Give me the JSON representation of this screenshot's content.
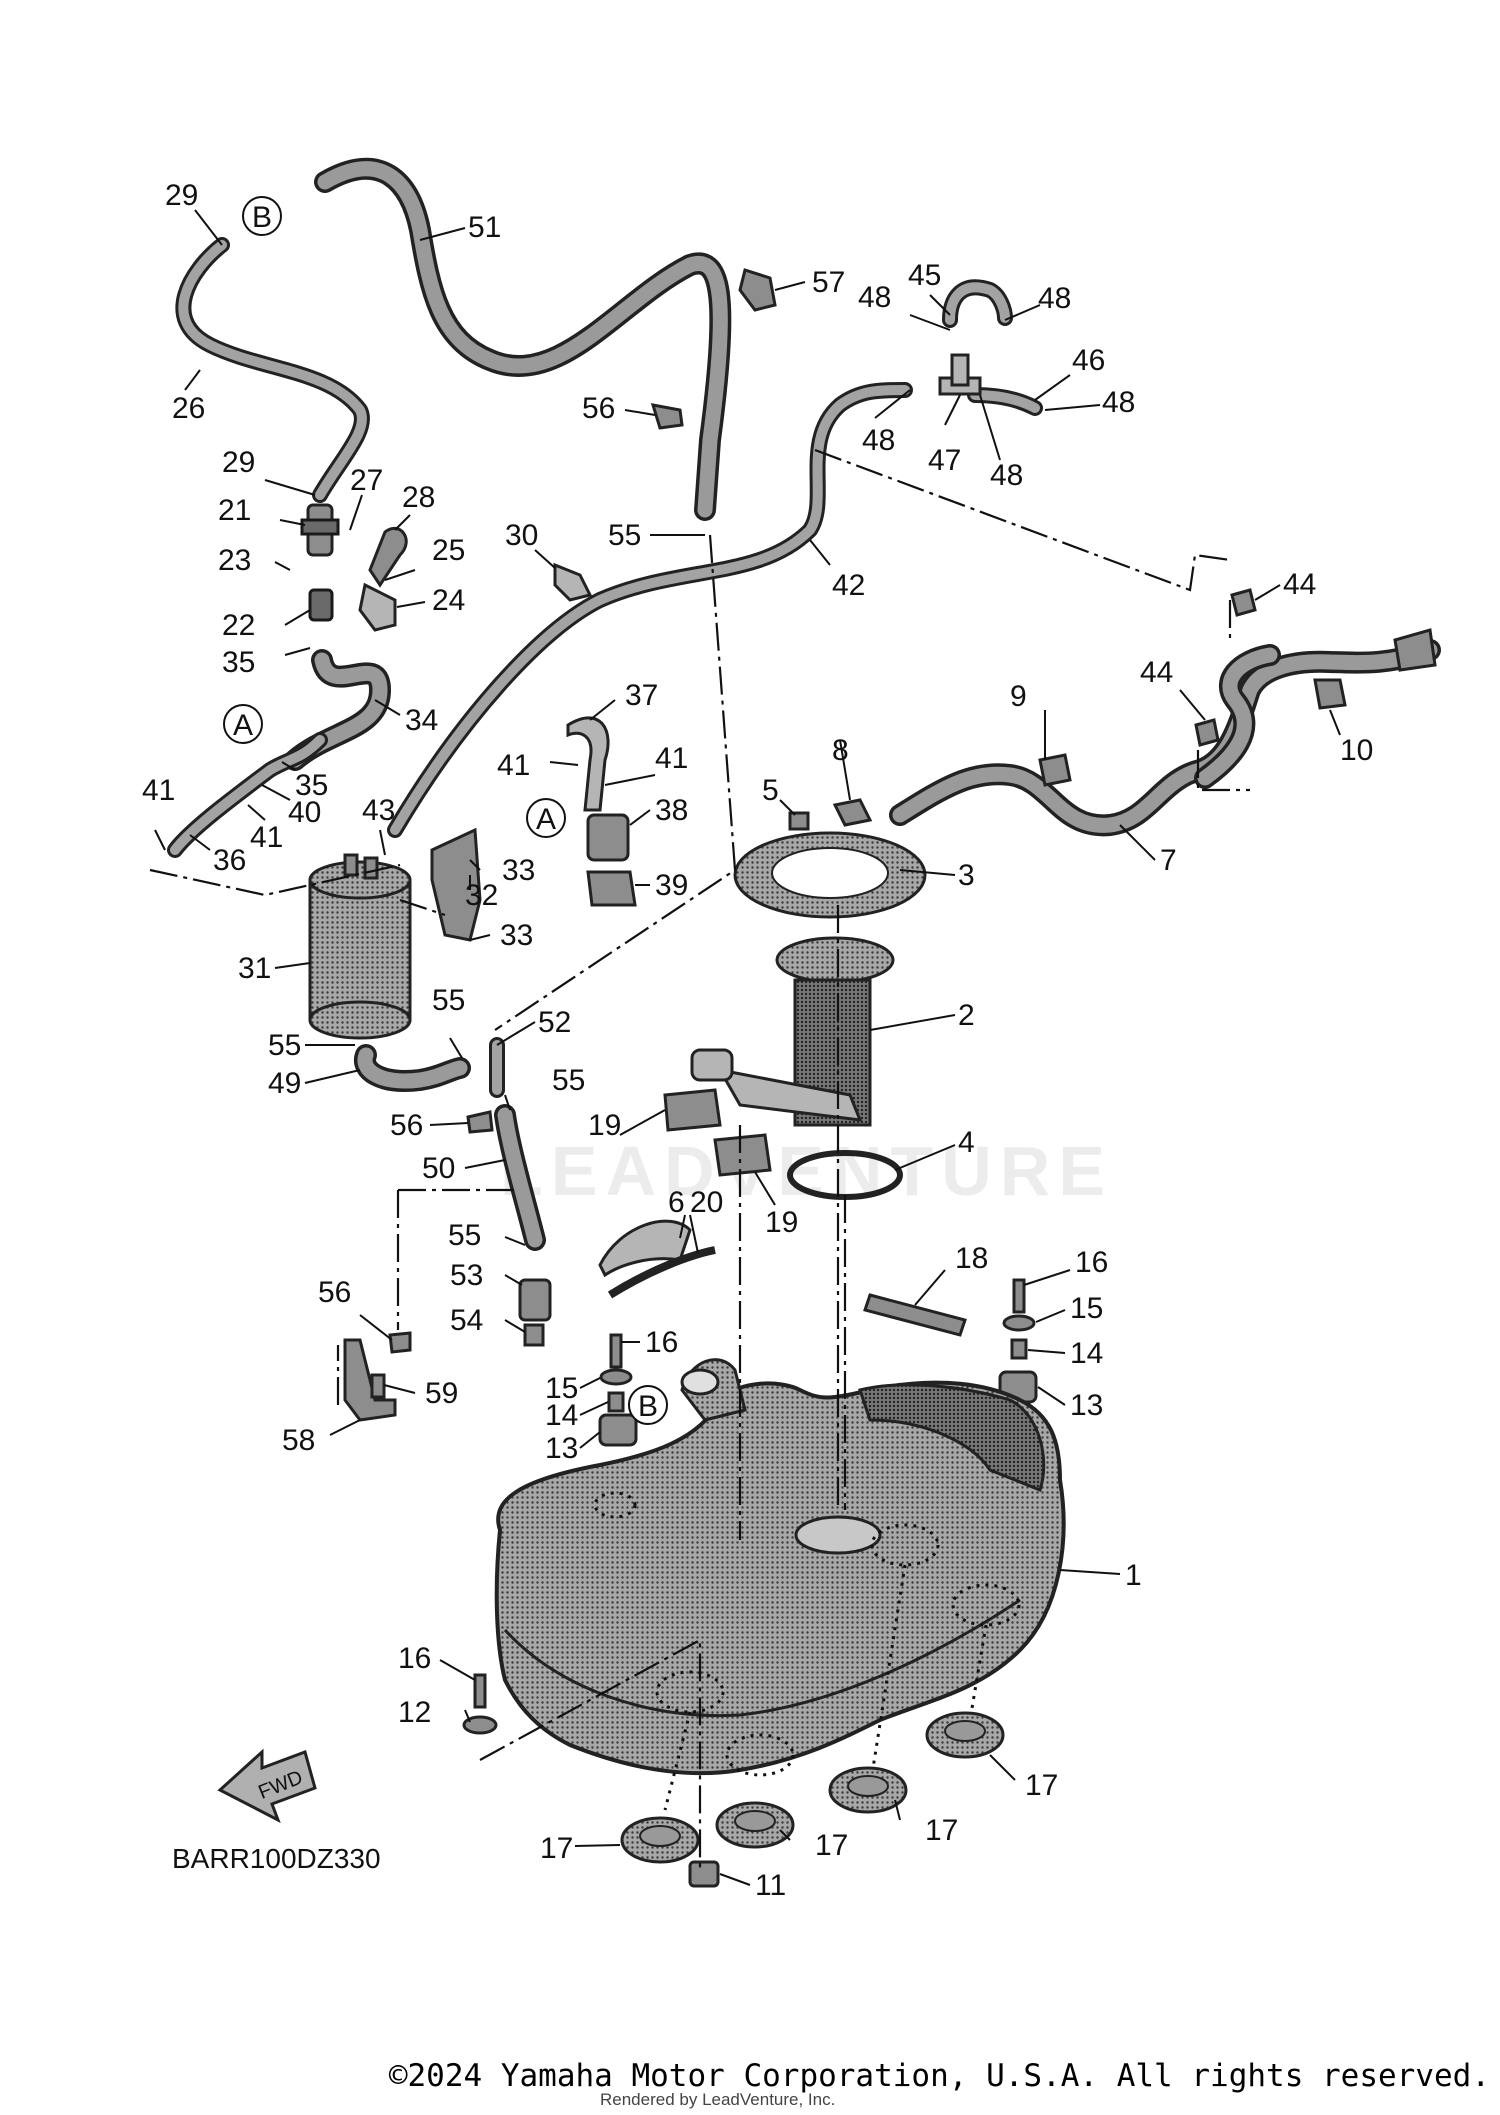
{
  "callouts": [
    {
      "label": "1"
    },
    {
      "label": "2"
    },
    {
      "label": "3"
    },
    {
      "label": "4"
    },
    {
      "label": "5"
    },
    {
      "label": "6"
    },
    {
      "label": "7"
    },
    {
      "label": "8"
    },
    {
      "label": "9"
    },
    {
      "label": "10"
    },
    {
      "label": "11"
    },
    {
      "label": "12"
    },
    {
      "label": "13"
    },
    {
      "label": "13"
    },
    {
      "label": "14"
    },
    {
      "label": "14"
    },
    {
      "label": "15"
    },
    {
      "label": "15"
    },
    {
      "label": "16"
    },
    {
      "label": "16"
    },
    {
      "label": "16"
    },
    {
      "label": "17"
    },
    {
      "label": "17"
    },
    {
      "label": "17"
    },
    {
      "label": "17"
    },
    {
      "label": "18"
    },
    {
      "label": "19"
    },
    {
      "label": "19"
    },
    {
      "label": "20"
    },
    {
      "label": "21"
    },
    {
      "label": "22"
    },
    {
      "label": "23"
    },
    {
      "label": "24"
    },
    {
      "label": "25"
    },
    {
      "label": "26"
    },
    {
      "label": "27"
    },
    {
      "label": "28"
    },
    {
      "label": "29"
    },
    {
      "label": "29"
    },
    {
      "label": "30"
    },
    {
      "label": "31"
    },
    {
      "label": "32"
    },
    {
      "label": "33"
    },
    {
      "label": "33"
    },
    {
      "label": "34"
    },
    {
      "label": "35"
    },
    {
      "label": "35"
    },
    {
      "label": "36"
    },
    {
      "label": "37"
    },
    {
      "label": "38"
    },
    {
      "label": "39"
    },
    {
      "label": "40"
    },
    {
      "label": "41"
    },
    {
      "label": "41"
    },
    {
      "label": "41"
    },
    {
      "label": "41"
    },
    {
      "label": "42"
    },
    {
      "label": "43"
    },
    {
      "label": "44"
    },
    {
      "label": "44"
    },
    {
      "label": "45"
    },
    {
      "label": "46"
    },
    {
      "label": "47"
    },
    {
      "label": "48"
    },
    {
      "label": "48"
    },
    {
      "label": "48"
    },
    {
      "label": "48"
    },
    {
      "label": "48"
    },
    {
      "label": "49"
    },
    {
      "label": "50"
    },
    {
      "label": "51"
    },
    {
      "label": "52"
    },
    {
      "label": "53"
    },
    {
      "label": "54"
    },
    {
      "label": "55"
    },
    {
      "label": "55"
    },
    {
      "label": "55"
    },
    {
      "label": "55"
    },
    {
      "label": "55"
    },
    {
      "label": "56"
    },
    {
      "label": "56"
    },
    {
      "label": "56"
    },
    {
      "label": "57"
    },
    {
      "label": "58"
    },
    {
      "label": "59"
    }
  ],
  "reference_markers": [
    {
      "label": "B"
    },
    {
      "label": "A"
    },
    {
      "label": "A"
    },
    {
      "label": "B"
    }
  ],
  "fwd_label": "FWD",
  "watermark_text": "LEADVENTURE",
  "diagram_code": "BARR100DZ330",
  "copyright": "©2024 Yamaha Motor Corporation, U.S.A. All rights reserved.",
  "rendered_by": "Rendered by LeadVenture, Inc."
}
